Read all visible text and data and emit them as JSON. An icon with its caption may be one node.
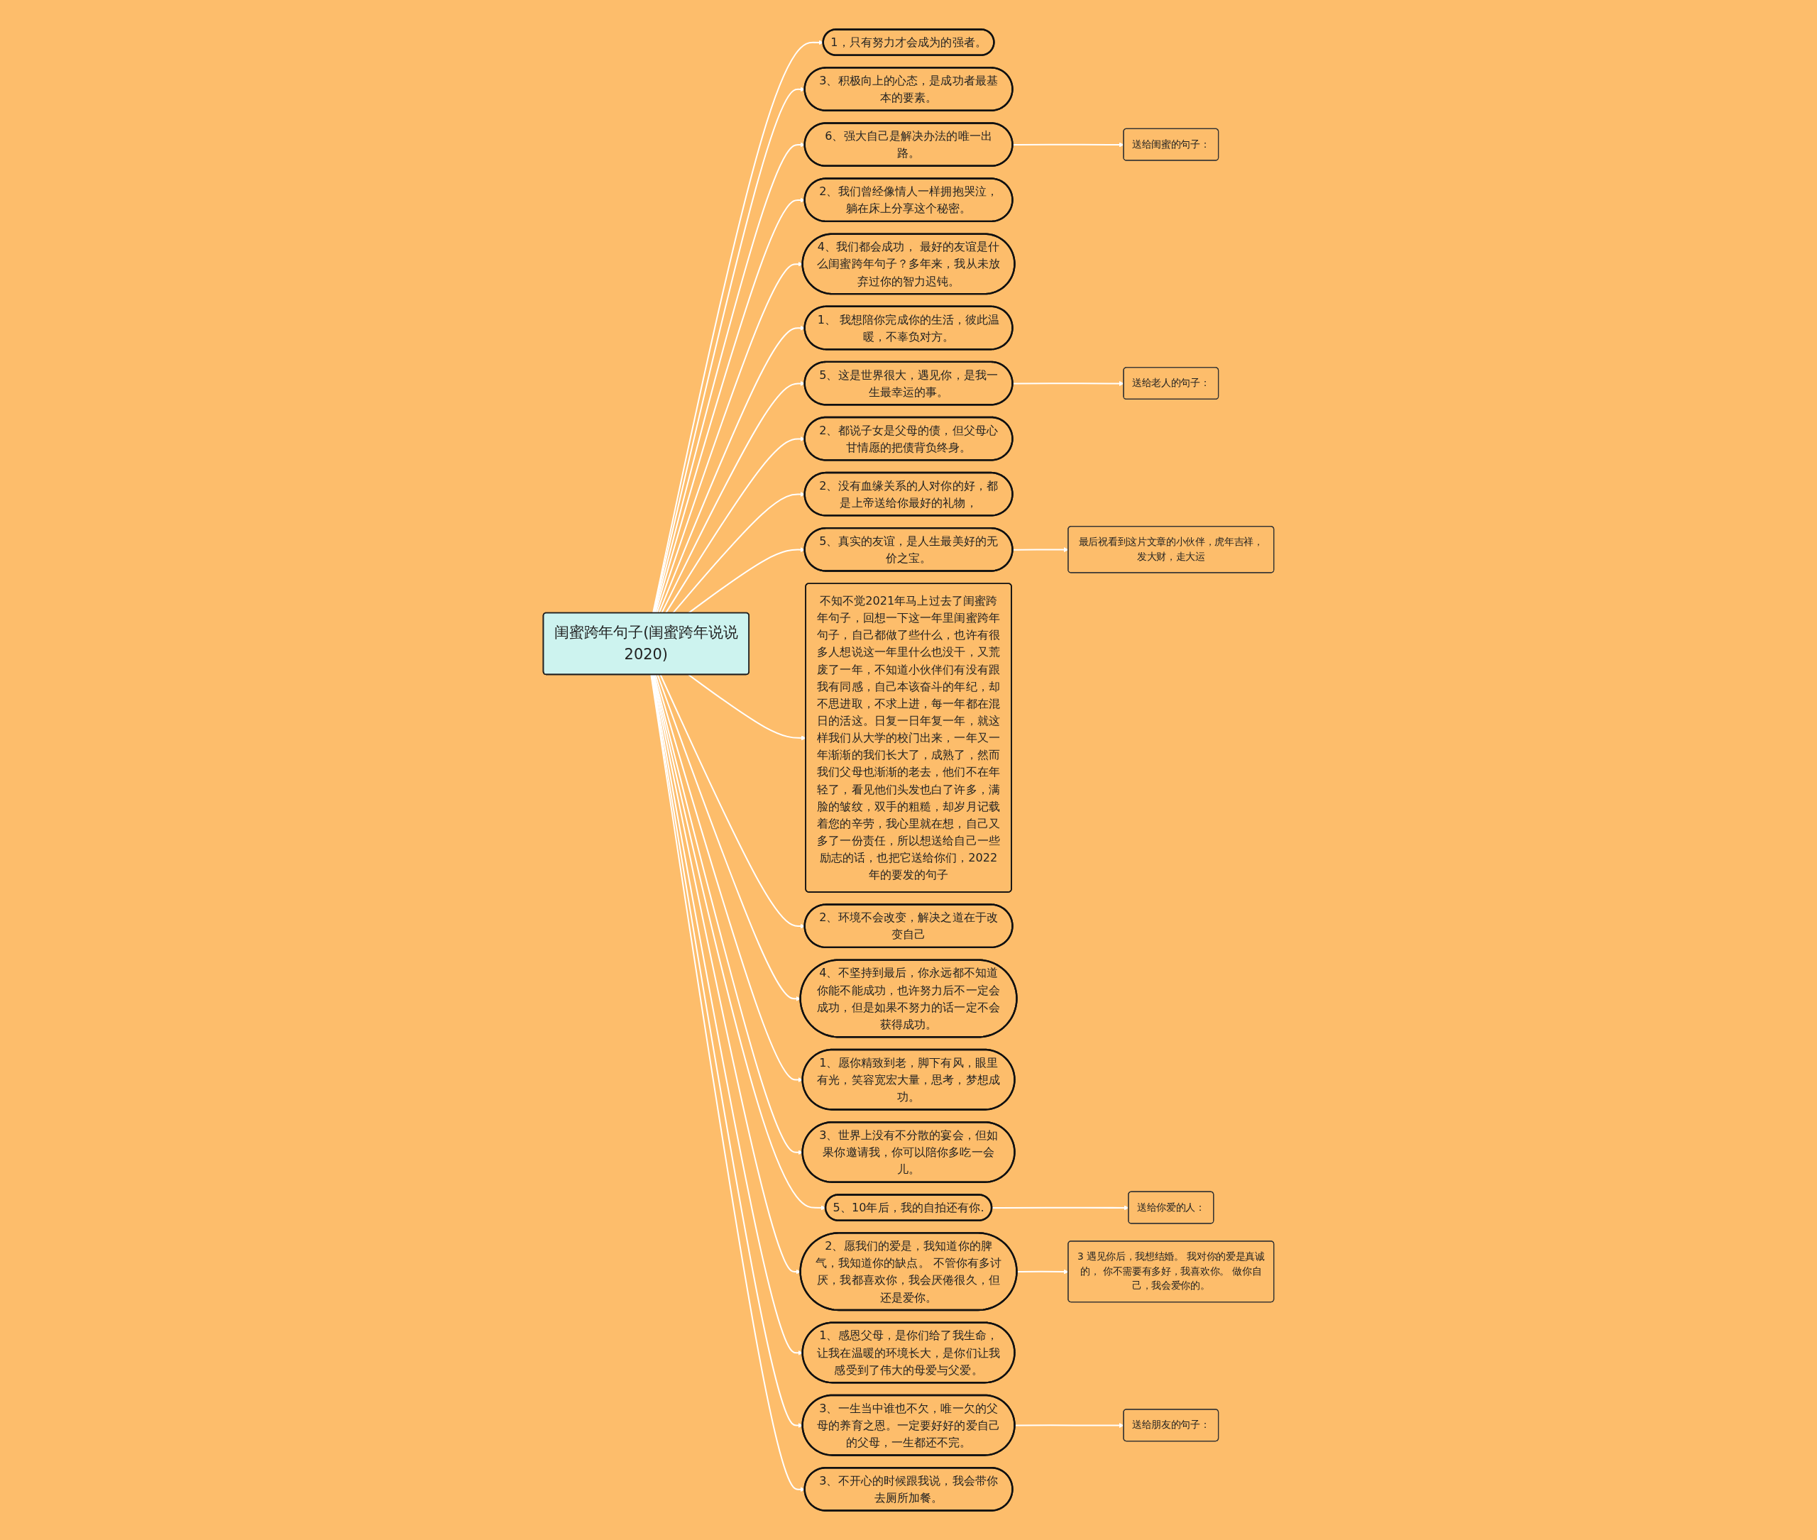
{
  "diagram": {
    "nodes": [
      {
        "text": [
          "闺蜜跨年句子(闺蜜跨年说说2020)"
        ]
      },
      {
        "text": [
          "1，只有努力才会成为的强者。"
        ]
      },
      {
        "text": [
          "3、积极向上的心态，是成功者最基本的要素。"
        ]
      },
      {
        "text": [
          "6、强大自己是解决办法的唯一出路。"
        ]
      },
      {
        "text": [
          "送给闺蜜的句子："
        ]
      },
      {
        "text": [
          "2、我们曾经像情人一样拥抱哭泣，躺在床上分享这个秘密。"
        ]
      },
      {
        "text": [
          "4、我们都会成功， 最好的友谊是什么闺蜜跨年句子？多年来，我从未放弃过你的智力迟钝。"
        ]
      },
      {
        "text": [
          "1、 我想陪你完成你的生活，彼此温暖，不辜负对方。"
        ]
      },
      {
        "text": [
          "5、这是世界很大，遇见你，是我一生最幸运的事。"
        ]
      },
      {
        "text": [
          "送给老人的句子："
        ]
      },
      {
        "text": [
          "2、都说子女是父母的债，但父母心甘情愿的把债背负终身。"
        ]
      },
      {
        "text": [
          "2、没有血缘关系的人对你的好，都是上帝送给你最好的礼物，"
        ]
      },
      {
        "text": [
          "5、真实的友谊，是人生最美好的无价之宝。"
        ]
      },
      {
        "text": [
          "最后祝看到这片文章的小伙伴，虎年吉祥，发大财，走大运"
        ]
      },
      {
        "text": [
          "不知不觉2021年马上过去了闺蜜跨年句子，回想一下这一年里闺蜜跨年句子，自己都做了些什么，也许有很多人想说这一年里什么也没干，又荒废了一年，不知道小伙伴们有没有跟我有同感，自己本该奋斗的年纪，却不思进取，不求上进，每一年都在混日的活这。日复一日年复一年，就这样我们从大学的校门出来，一年又一年渐渐的我们长大了，成熟了，然而我们父母也渐渐的老去，他们不在年轻了，看见他们头发也白了许多，满脸的皱纹，双手的粗糙，却岁月记载着您的辛劳，我心里就在想，自己又多了一份责任，所以想送给自己一些励志的话，也把它送给你们，2022年的要发的句子"
        ]
      },
      {
        "text": [
          "2、环境不会改变，解决之道在于改变自己"
        ]
      },
      {
        "text": [
          "4、不坚持到最后，你永远都不知道你能不能成功，也许努力后不一定会成功，但是如果不努力的话一定不会获得成功。"
        ]
      },
      {
        "text": [
          "1、愿你精致到老，脚下有风，眼里有光，笑容宽宏大量，思考，梦想成功。"
        ]
      },
      {
        "text": [
          "3、世界上没有不分散的宴会，但如果你邀请我，你可以陪你多吃一会儿。"
        ]
      },
      {
        "text": [
          "5、10年后，我的自拍还有你."
        ]
      },
      {
        "text": [
          "送给你爱的人："
        ]
      },
      {
        "text": [
          "2、愿我们的爱是，我知道你的脾气，我知道你的缺点。 不管你有多讨厌，我都喜欢你，我会厌倦很久，但还是爱你。"
        ]
      },
      {
        "text": [
          "3 遇见你后，我想结婚。 我对你的爱是真诚的， 你不需要有多好，我喜欢你。 做你自己，我会爱你的。"
        ]
      },
      {
        "text": [
          "1、感恩父母，是你们给了我生命，让我在温暖的环境长大，是你们让我感受到了伟大的母爱与父爱。"
        ]
      },
      {
        "text": [
          "3、一生当中谁也不欠，唯一欠的父母的养育之恩。一定要好好的爱自己的父母，一生都还不完。"
        ]
      },
      {
        "text": [
          "送给朋友的句子："
        ]
      },
      {
        "text": [
          "3、不开心的时候跟我说，我会带你去厕所加餐。"
        ]
      }
    ],
    "edges": [
      {
        "from": 0,
        "to": 1,
        "arrow": "to"
      },
      {
        "from": 0,
        "to": 2,
        "arrow": "to"
      },
      {
        "from": 0,
        "to": 3,
        "arrow": "to"
      },
      {
        "from": 3,
        "to": 4,
        "arrow": "to"
      },
      {
        "from": 0,
        "to": 5,
        "arrow": "to"
      },
      {
        "from": 0,
        "to": 6,
        "arrow": "to"
      },
      {
        "from": 0,
        "to": 7,
        "arrow": "to"
      },
      {
        "from": 0,
        "to": 8,
        "arrow": "to"
      },
      {
        "from": 8,
        "to": 9,
        "arrow": "to"
      },
      {
        "from": 0,
        "to": 10,
        "arrow": "to"
      },
      {
        "from": 0,
        "to": 11,
        "arrow": "to"
      },
      {
        "from": 0,
        "to": 12,
        "arrow": "to"
      },
      {
        "from": 12,
        "to": 13,
        "arrow": "to"
      },
      {
        "from": 0,
        "to": 14,
        "arrow": "to"
      },
      {
        "from": 0,
        "to": 15,
        "arrow": "to"
      },
      {
        "from": 0,
        "to": 16,
        "arrow": "to"
      },
      {
        "from": 0,
        "to": 17,
        "arrow": "to"
      },
      {
        "from": 0,
        "to": 18,
        "arrow": "to"
      },
      {
        "from": 0,
        "to": 19,
        "arrow": "to"
      },
      {
        "from": 19,
        "to": 20,
        "arrow": "to"
      },
      {
        "from": 0,
        "to": 21,
        "arrow": "to"
      },
      {
        "from": 21,
        "to": 22,
        "arrow": "to"
      },
      {
        "from": 0,
        "to": 23,
        "arrow": "to"
      },
      {
        "from": 0,
        "to": 24,
        "arrow": "to"
      },
      {
        "from": 24,
        "to": 25,
        "arrow": "to"
      },
      {
        "from": 0,
        "to": 26,
        "arrow": "to"
      }
    ]
  }
}
